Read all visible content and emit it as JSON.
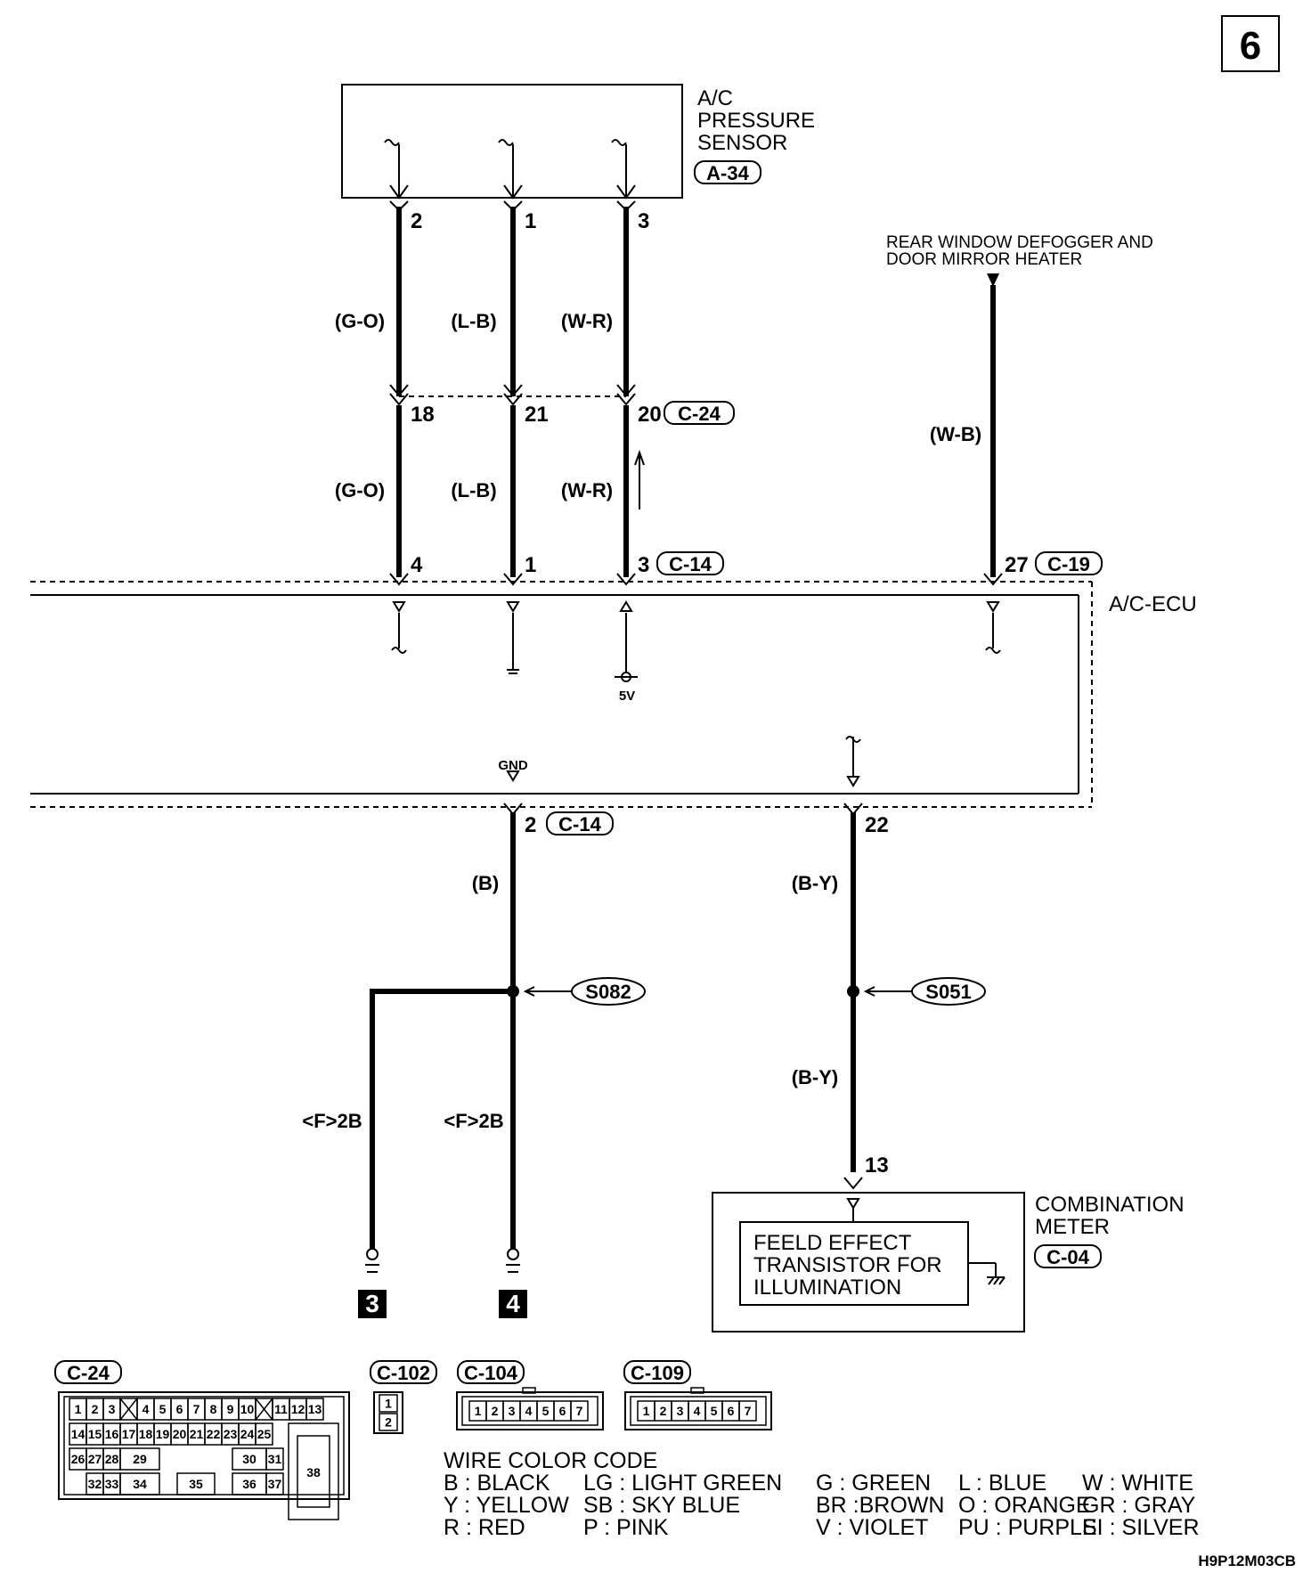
{
  "page_number": "6",
  "sensor": {
    "name_lines": [
      "A/C",
      "PRESSURE",
      "SENSOR"
    ],
    "connector": "A-34",
    "pins": [
      "2",
      "1",
      "3"
    ]
  },
  "wires_upper": [
    "(G-O)",
    "(L-B)",
    "(W-R)"
  ],
  "junction_c24": {
    "pins": [
      "18",
      "21",
      "20"
    ],
    "connector": "C-24"
  },
  "wires_lower": [
    "(G-O)",
    "(L-B)",
    "(W-R)"
  ],
  "ecu_top": {
    "pins": [
      "4",
      "1",
      "3"
    ],
    "connector": "C-14",
    "rear_pin": "27",
    "rear_connector": "C-19"
  },
  "rear_defogger": {
    "label_lines": [
      "REAR WINDOW DEFOGGER AND",
      "DOOR MIRROR HEATER"
    ],
    "wire": "(W-B)"
  },
  "ecu": {
    "name": "A/C-ECU",
    "voltage": "5V",
    "gnd_label": "GND"
  },
  "ecu_bottom": {
    "gnd_pin": "2",
    "gnd_connector": "C-14",
    "out_pin": "22"
  },
  "ground_branch": {
    "wire": "(B)",
    "splice": "S082",
    "left_wire": "<F>2B",
    "right_wire": "<F>2B",
    "ground_points": [
      "3",
      "4"
    ]
  },
  "illumination_branch": {
    "wire_upper": "(B-Y)",
    "splice": "S051",
    "wire_lower": "(B-Y)",
    "meter_pin": "13"
  },
  "combination_meter": {
    "name_lines": [
      "COMBINATION",
      "METER"
    ],
    "connector": "C-04",
    "inner_lines": [
      "FEELD EFFECT",
      "TRANSISTOR FOR",
      "ILLUMINATION"
    ]
  },
  "connector_views": {
    "c24": {
      "label": "C-24",
      "row1": [
        "1",
        "2",
        "3",
        "4",
        "5",
        "6",
        "7",
        "8",
        "9",
        "10",
        "11",
        "12",
        "13"
      ],
      "row2": [
        "14",
        "15",
        "16",
        "17",
        "18",
        "19",
        "20",
        "21",
        "22",
        "23",
        "24",
        "25"
      ],
      "row3": [
        "26",
        "27",
        "28",
        "29",
        "30",
        "31"
      ],
      "row4": [
        "32",
        "33",
        "34",
        "35",
        "36",
        "37"
      ],
      "big": "38"
    },
    "c102": {
      "label": "C-102",
      "pins": [
        "1",
        "2"
      ]
    },
    "c104": {
      "label": "C-104",
      "pins": [
        "1",
        "2",
        "3",
        "4",
        "5",
        "6",
        "7"
      ]
    },
    "c109": {
      "label": "C-109",
      "pins": [
        "1",
        "2",
        "3",
        "4",
        "5",
        "6",
        "7"
      ]
    }
  },
  "wire_color_code": {
    "title": "WIRE COLOR CODE",
    "rows": [
      [
        "B : BLACK",
        "LG : LIGHT GREEN",
        "G : GREEN",
        "L : BLUE",
        "W : WHITE"
      ],
      [
        "Y : YELLOW",
        "SB : SKY BLUE",
        "BR :BROWN",
        "O : ORANGE",
        "GR : GRAY"
      ],
      [
        "R : RED",
        "P : PINK",
        "V : VIOLET",
        "PU : PURPLE",
        "SI : SILVER"
      ]
    ]
  },
  "diagram_code": "H9P12M03CB"
}
